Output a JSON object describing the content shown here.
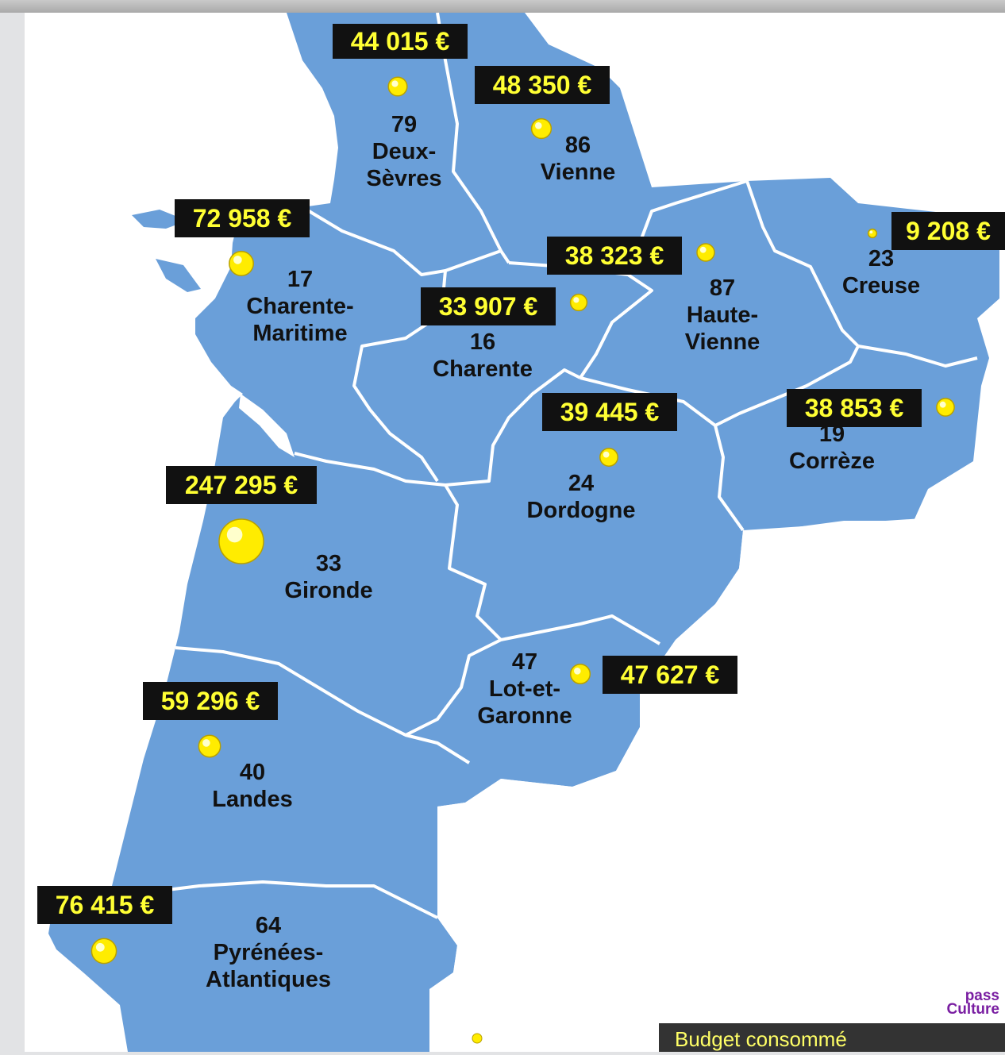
{
  "map": {
    "region_colors": {
      "land": "#6a9fd9",
      "border": "#ffffff",
      "label_bg": "#111111",
      "label_text": "#ffff33",
      "marker": "#ffec00"
    },
    "departments": [
      {
        "code": "79",
        "name": [
          "Deux-",
          "Sèvres"
        ],
        "amount": "44 015 €",
        "value": 44015
      },
      {
        "code": "86",
        "name": [
          "Vienne"
        ],
        "amount": "48 350 €",
        "value": 48350
      },
      {
        "code": "17",
        "name": [
          "Charente-",
          "Maritime"
        ],
        "amount": "72 958 €",
        "value": 72958
      },
      {
        "code": "87",
        "name": [
          "Haute-",
          "Vienne"
        ],
        "amount": "38 323 €",
        "value": 38323
      },
      {
        "code": "23",
        "name": [
          "Creuse"
        ],
        "amount": "9 208 €",
        "value": 9208
      },
      {
        "code": "16",
        "name": [
          "Charente"
        ],
        "amount": "33 907 €",
        "value": 33907
      },
      {
        "code": "24",
        "name": [
          "Dordogne"
        ],
        "amount": "39 445 €",
        "value": 39445
      },
      {
        "code": "19",
        "name": [
          "Corrèze"
        ],
        "amount": "38 853 €",
        "value": 38853
      },
      {
        "code": "33",
        "name": [
          "Gironde"
        ],
        "amount": "247 295 €",
        "value": 247295
      },
      {
        "code": "47",
        "name": [
          "Lot-et-",
          "Garonne"
        ],
        "amount": "47 627 €",
        "value": 47627
      },
      {
        "code": "40",
        "name": [
          "Landes"
        ],
        "amount": "59 296 €",
        "value": 59296
      },
      {
        "code": "64",
        "name": [
          "Pyrénées-",
          "Atlantiques"
        ],
        "amount": "76 415 €",
        "value": 76415
      }
    ]
  },
  "logo": {
    "line1": "pass",
    "line2": "Culture"
  },
  "legend": {
    "label": "Budget consommé"
  }
}
